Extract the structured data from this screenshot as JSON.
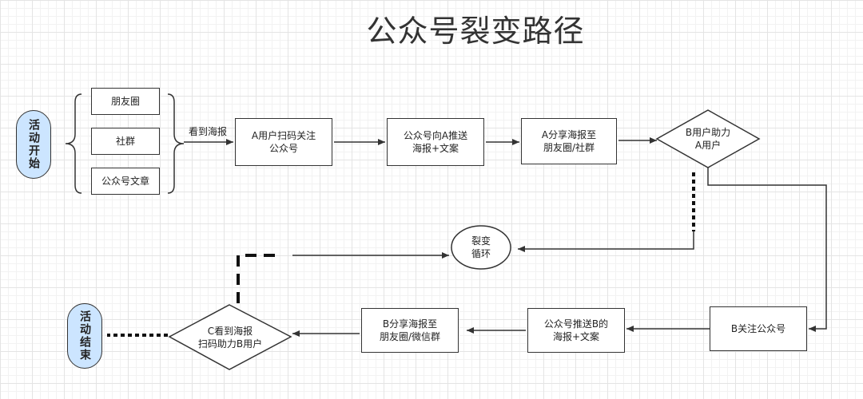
{
  "title": "公众号裂变路径",
  "nodes": {
    "start": "活动开始",
    "end": "活动结束",
    "moments": "朋友圈",
    "community": "社群",
    "article": "公众号文章",
    "scan_follow": "A用户扫码关注\n公众号",
    "push_a": "公众号向A推送\n海报+文案",
    "share_a": "A分享海报至\n朋友圈/社群",
    "help_a": "B用户助力\nA用户",
    "loop": "裂变\n循环",
    "follow_b": "B关注公众号",
    "push_b": "公众号推送B的\n海报+文案",
    "share_b": "B分享海报至\n朋友圈/微信群",
    "help_b": "C看到海报\n扫码助力B用户"
  },
  "edges": {
    "see_poster": "看到海报"
  }
}
